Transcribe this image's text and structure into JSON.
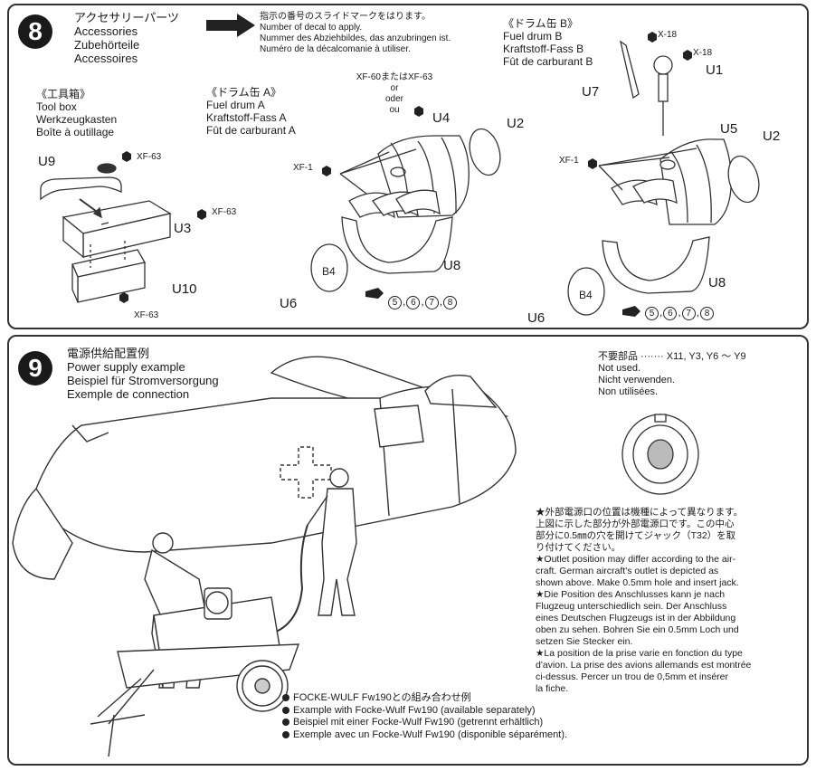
{
  "step8": {
    "number": "8",
    "title_lines": [
      "アクセサリーパーツ",
      "Accessories",
      "Zubehörteile",
      "Accessoires"
    ],
    "decal_lines": [
      "指示の番号のスライドマークをはります。",
      "Number of decal to apply.",
      "Nummer des Abziehbildes, das anzubringen ist.",
      "Numéro de la décalcomanie à utiliser."
    ],
    "toolbox_lines": [
      "《工具箱》",
      "Tool box",
      "Werkzeugkasten",
      "Boîte à outillage"
    ],
    "drum_a_lines": [
      "《ドラム缶 A》",
      "Fuel drum A",
      "Kraftstoff-Fass A",
      "Fût de carburant A"
    ],
    "drum_b_lines": [
      "《ドラム缶 B》",
      "Fuel drum B",
      "Kraftstoff-Fass B",
      "Fût de carburant B"
    ],
    "paint_xf60_lines": [
      "XF-60またはXF-63",
      "or",
      "oder",
      "ou"
    ],
    "parts": {
      "U9": "U9",
      "U3": "U3",
      "U10": "U10",
      "U4": "U4",
      "U2a": "U2",
      "U8a": "U8",
      "U6a": "U6",
      "U7": "U7",
      "U1": "U1",
      "U5": "U5",
      "U2b": "U2",
      "U8b": "U8",
      "U6b": "U6"
    },
    "paints": {
      "xf63_a": "XF-63",
      "xf63_b": "XF-63",
      "xf63_c": "XF-63",
      "xf1_a": "XF-1",
      "xf1_b": "XF-1",
      "x18_a": "X-18",
      "x18_b": "X-18"
    },
    "decal_mark": "B4",
    "decal_numbers": [
      "5",
      "6",
      "7",
      "8"
    ]
  },
  "step9": {
    "number": "9",
    "title_lines": [
      "電源供給配置例",
      "Power supply example",
      "Beispiel für Stromversorgung",
      "Exemple de connection"
    ],
    "not_used_lines": [
      "不要部品 ·······  X11, Y3, Y6 ～ Y9",
      "Not used.",
      "Nicht verwenden.",
      "Non utilisées."
    ],
    "notes_lines": [
      "★外部電源口の位置は機種によって異なります。",
      "上図に示した部分が外部電源口です。この中心",
      "部分に0.5㎜の穴を開けてジャック（T32）を取",
      "り付けてください。",
      "★Outlet position may differ according to the air-",
      "craft. German aircraft's outlet is depicted as",
      "shown above. Make 0.5mm hole and insert jack.",
      "★Die Position des Anschlusses kann je nach",
      "Flugzeug unterschiedlich sein. Der Anschluss",
      "eines Deutschen Flugzeugs ist in der Abbildung",
      "oben zu sehen. Bohren Sie ein 0.5mm Loch und",
      "setzen Sie Stecker ein.",
      "★La position de la prise varie en fonction du type",
      "d'avion. La prise des avions allemands est montrée",
      "ci-dessus. Percer un trou de 0,5mm et insérer",
      "la fiche."
    ],
    "combo_lines": [
      "FOCKE-WULF Fw190との組み合わせ例",
      "Example with Focke-Wulf Fw190 (available separately)",
      "Beispiel mit einer Focke-Wulf Fw190 (getrennt erhältlich)",
      "Exemple avec un Focke-Wulf Fw190 (disponible séparément)."
    ]
  }
}
